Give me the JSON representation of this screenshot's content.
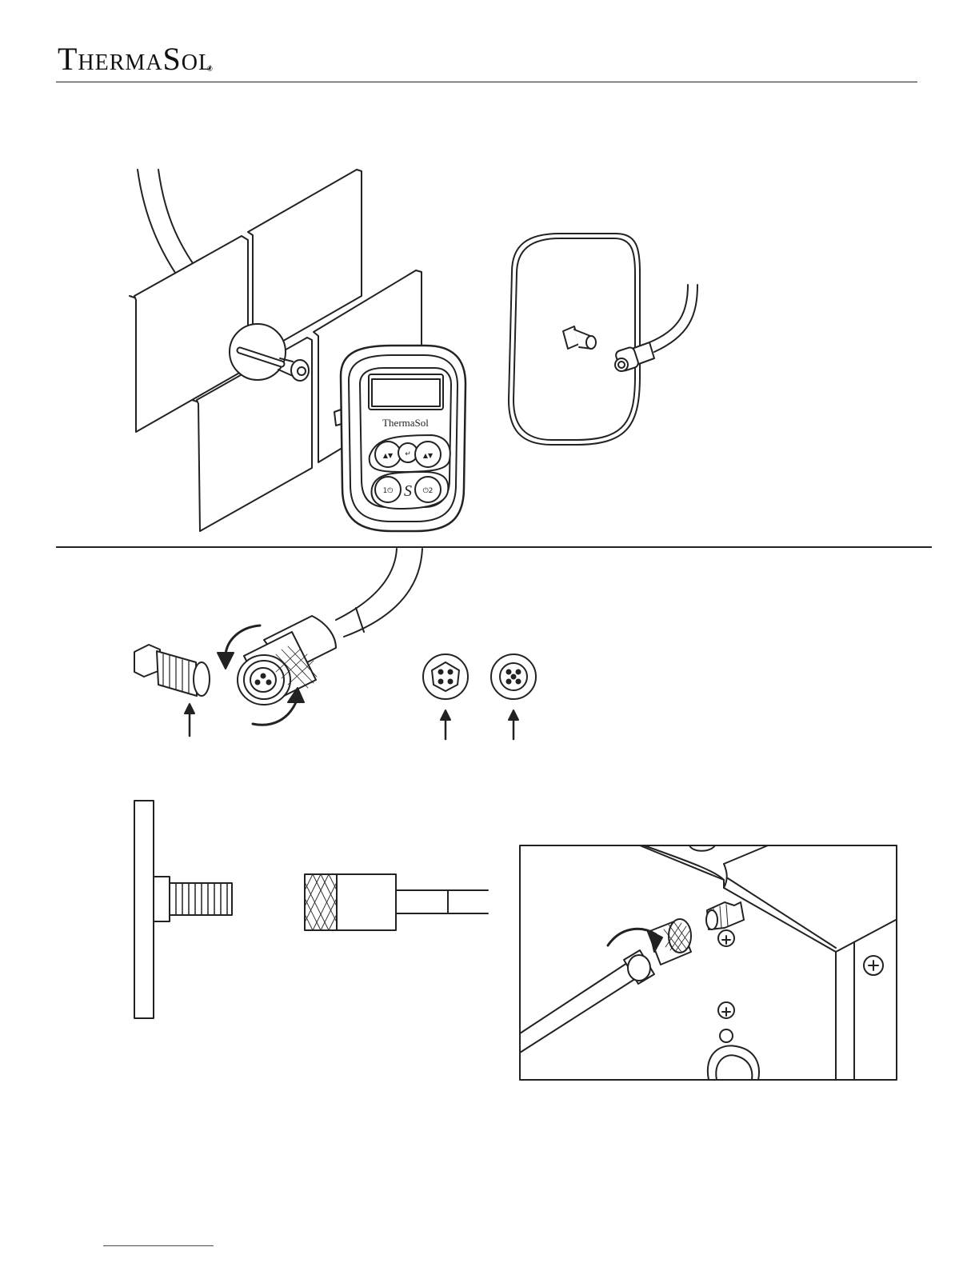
{
  "header": {
    "logo_text": "ThermaSol",
    "logo_registered": "®"
  },
  "device": {
    "brand": "ThermaSol",
    "buttons": [
      "▲▼",
      "↵",
      "▲▼",
      "1⏻",
      "S",
      "⏻2"
    ]
  },
  "colors": {
    "line": "#222222",
    "footer_link": "#3a3aff"
  },
  "icons": {
    "device": "steam-control-icon",
    "connector": "cable-connector-icon"
  }
}
